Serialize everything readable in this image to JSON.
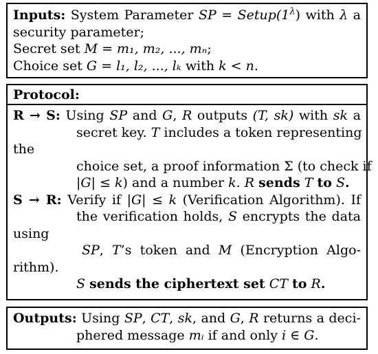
{
  "inputs": {
    "label": "Inputs:",
    "line1_text": " System Parameter ",
    "line1_math": "SP = Setup(1",
    "line1_sup": "λ",
    "line1_tail": ") with ",
    "line1_lambda": "λ",
    "line1_end": " a",
    "line2": "security parameter;",
    "line3_text": "Secret set ",
    "line3_math": "M = m₁, m₂, ..., mₙ",
    "line3_end": ";",
    "line4_text": "Choice set ",
    "line4_math": "G = l₁, l₂, ..., lₖ",
    "line4_mid": " with ",
    "line4_math2": "k < n",
    "line4_end": "."
  },
  "protocol": {
    "label": "Protocol:",
    "step1": {
      "label": "R → S:",
      "l1a": " Using ",
      "l1b": "SP",
      "l1c": " and ",
      "l1d": "G",
      "l1e": ", ",
      "l1f": "R",
      "l1g": " outputs ",
      "l1h": "(T, sk)",
      "l1i": " with ",
      "l1j": "sk",
      "l1k": " a",
      "l2a": "secret key. ",
      "l2b": "T",
      "l2c": " includes a token representing",
      "l3": "the",
      "l4a": "choice set, a proof information Σ (to check if",
      "l5a": "|G| ≤ k",
      "l5b": ") and a number ",
      "l5c": "k",
      "l5d": ". ",
      "l5e": "R",
      "l5f": " ",
      "l5g": "sends",
      "l5h": " ",
      "l5i": "T",
      "l5j": " ",
      "l5k": "to",
      "l5l": " ",
      "l5m": "S",
      "l5n": "."
    },
    "step2": {
      "label": "S → R:",
      "l1a": " Verify if ",
      "l1b": "|G| ≤ k",
      "l1c": " (Verification Algorithm). If",
      "l2a": "the verification holds, ",
      "l2b": "S",
      "l2c": " encrypts the data",
      "l3": "using",
      "l4a": "SP",
      "l4b": ", ",
      "l4c": "T",
      "l4d": "’s token and ",
      "l4e": "M",
      "l4f": " (Encryption Algo-",
      "l5": "rithm).",
      "l6a": "S",
      "l6b": " ",
      "l6c": "sends the ciphertext set",
      "l6d": " ",
      "l6e": "CT",
      "l6f": " ",
      "l6g": "to",
      "l6h": " ",
      "l6i": "R",
      "l6j": "."
    }
  },
  "outputs": {
    "label": "Outputs:",
    "l1a": " Using ",
    "l1b": "SP",
    "l1c": ", ",
    "l1d": "CT",
    "l1e": ", ",
    "l1f": "sk",
    "l1g": ", and ",
    "l1h": "G",
    "l1i": ", ",
    "l1j": "R",
    "l1k": " returns a deci-",
    "l2a": "phered message ",
    "l2b": "mᵢ",
    "l2c": " if and only ",
    "l2d": "i ∈ G",
    "l2e": "."
  }
}
